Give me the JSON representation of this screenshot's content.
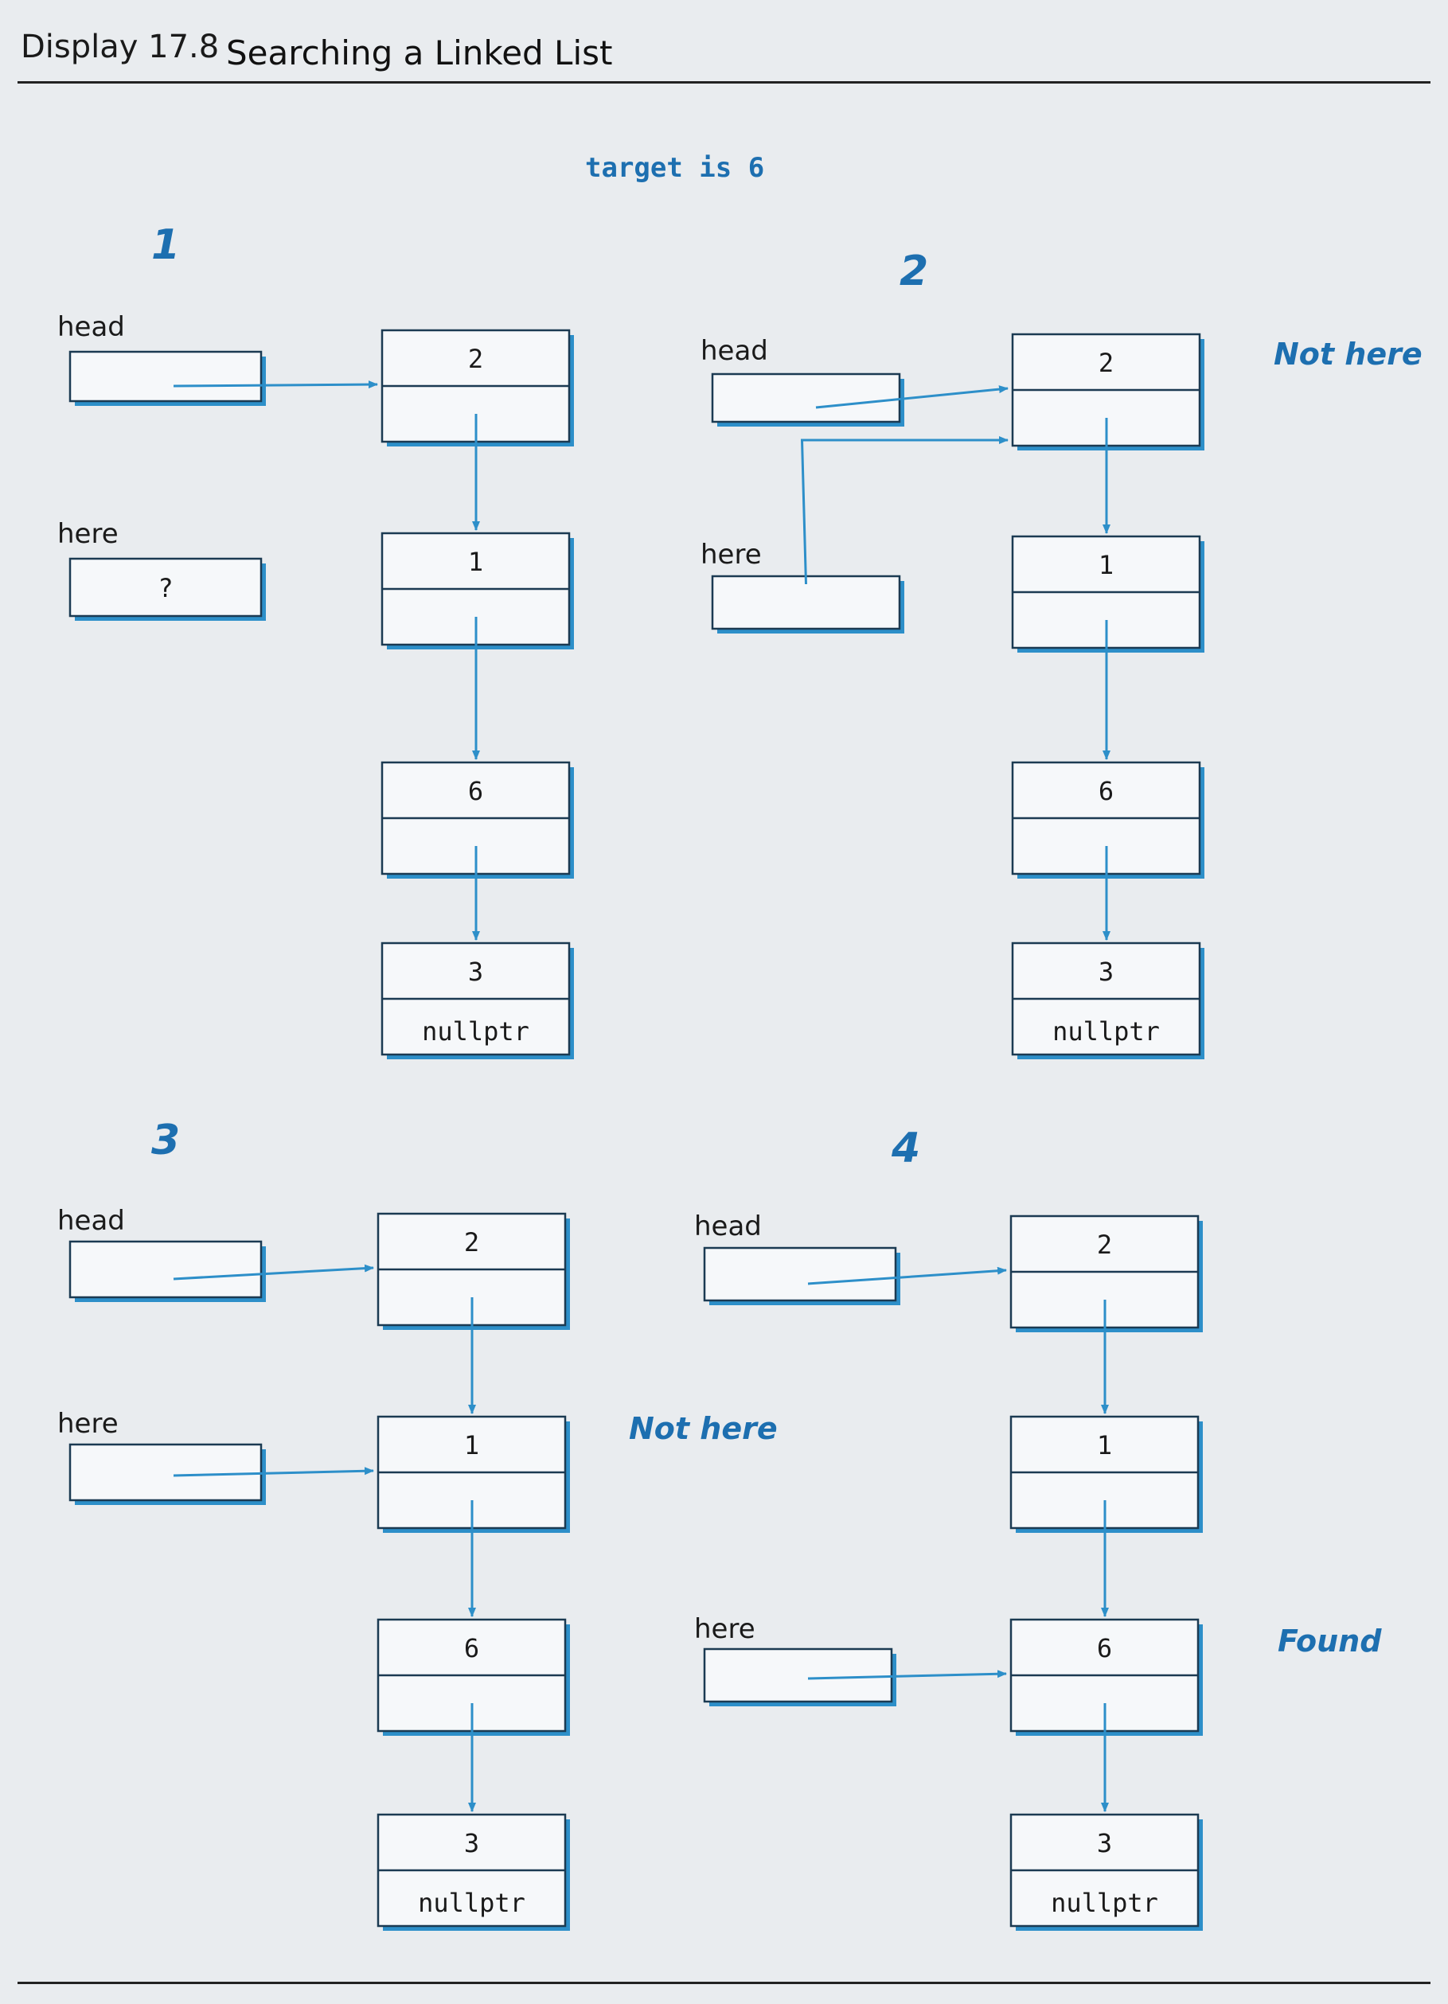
{
  "header": {
    "display_number": "Display 17.8",
    "title": "Searching a Linked List"
  },
  "target_label": "target is 6",
  "panels": [
    {
      "step": "1",
      "head_label": "head",
      "here_label": "here",
      "here_value": "?",
      "note": "",
      "nodes": [
        {
          "value": "2",
          "link": ""
        },
        {
          "value": "1",
          "link": ""
        },
        {
          "value": "6",
          "link": ""
        },
        {
          "value": "3",
          "link": "nullptr"
        }
      ]
    },
    {
      "step": "2",
      "head_label": "head",
      "here_label": "here",
      "here_value": "",
      "note": "Not here",
      "nodes": [
        {
          "value": "2",
          "link": ""
        },
        {
          "value": "1",
          "link": ""
        },
        {
          "value": "6",
          "link": ""
        },
        {
          "value": "3",
          "link": "nullptr"
        }
      ]
    },
    {
      "step": "3",
      "head_label": "head",
      "here_label": "here",
      "here_value": "",
      "note": "Not here",
      "nodes": [
        {
          "value": "2",
          "link": ""
        },
        {
          "value": "1",
          "link": ""
        },
        {
          "value": "6",
          "link": ""
        },
        {
          "value": "3",
          "link": "nullptr"
        }
      ]
    },
    {
      "step": "4",
      "head_label": "head",
      "here_label": "here",
      "here_value": "",
      "note": "Found",
      "nodes": [
        {
          "value": "2",
          "link": ""
        },
        {
          "value": "1",
          "link": ""
        },
        {
          "value": "6",
          "link": ""
        },
        {
          "value": "3",
          "link": "nullptr"
        }
      ]
    }
  ],
  "colors": {
    "accent_blue": "#2d8fc9",
    "step_number_blue": "#1d6fb0",
    "ink": "#1a1a1a"
  }
}
